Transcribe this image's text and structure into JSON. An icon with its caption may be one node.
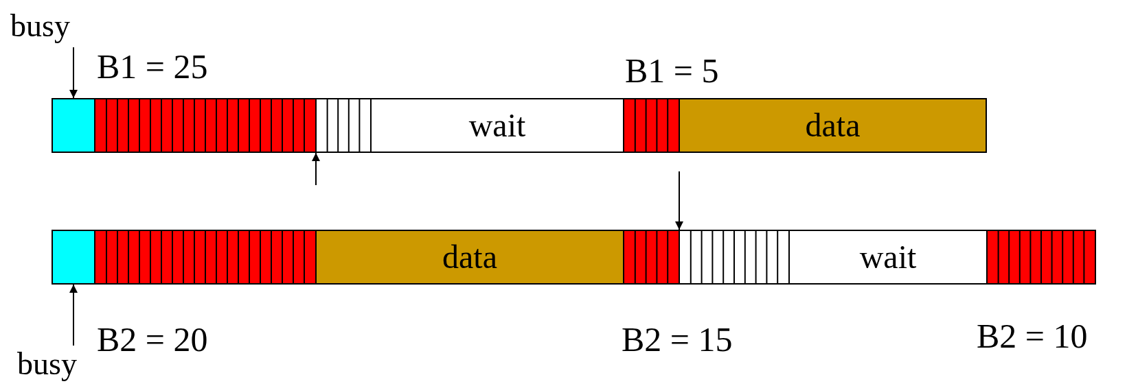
{
  "diagram": {
    "nodes": [
      {
        "text": [
          "busy"
        ]
      },
      {
        "text": [],
        "shape": "box"
      },
      {
        "text": [],
        "shape": "bar"
      },
      {
        "text": [],
        "shape": "bar"
      },
      {
        "text": [
          "wait"
        ]
      },
      {
        "text": [],
        "shape": "bar"
      },
      {
        "text": [
          "data"
        ]
      },
      {
        "text": [],
        "shape": "box"
      },
      {
        "text": [],
        "shape": "bar"
      },
      {
        "text": [
          "data"
        ]
      },
      {
        "text": [],
        "shape": "bar"
      },
      {
        "text": [],
        "shape": "bar"
      },
      {
        "text": [
          "wait"
        ]
      },
      {
        "text": [],
        "shape": "bar"
      },
      {
        "text": [
          "busy"
        ]
      }
    ],
    "edges": [
      {
        "from": 0,
        "to": 1,
        "arrow": "to"
      },
      {
        "from": 14,
        "to": 7,
        "arrow": "to"
      },
      {
        "from": null,
        "to": 3,
        "arrow": "to"
      },
      {
        "from": null,
        "to": 11,
        "arrow": "to"
      }
    ],
    "labels": [
      "B1 = 25",
      "B1 = 5",
      "B2 = 20",
      "B2 = 15",
      "B2 = 10"
    ]
  }
}
